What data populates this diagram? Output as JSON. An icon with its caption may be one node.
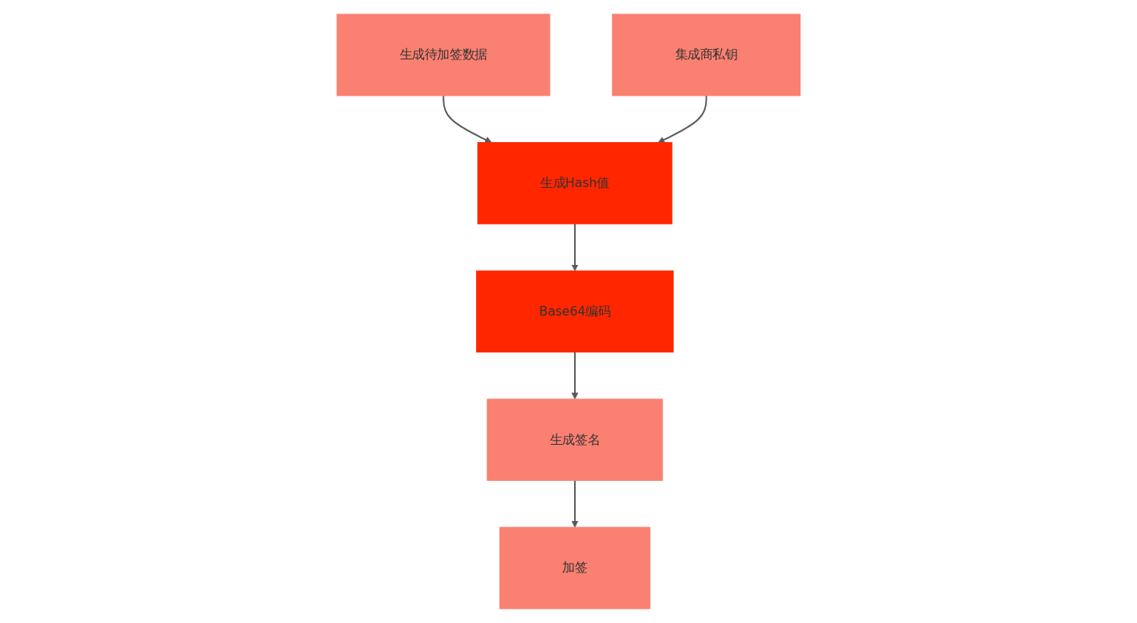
{
  "diagram": {
    "nodes": [
      {
        "text": [
          "生成待加签数据"
        ]
      },
      {
        "text": [
          "集成商私钥"
        ]
      },
      {
        "text": [
          "生成Hash值"
        ]
      },
      {
        "text": [
          "Base64编码"
        ]
      },
      {
        "text": [
          "生成签名"
        ]
      },
      {
        "text": [
          "加签"
        ]
      }
    ],
    "edges": [
      {
        "from": 0,
        "to": 2,
        "arrow": "to"
      },
      {
        "from": 1,
        "to": 2,
        "arrow": "to"
      },
      {
        "from": 2,
        "to": 3,
        "arrow": "to"
      },
      {
        "from": 3,
        "to": 4,
        "arrow": "to"
      },
      {
        "from": 4,
        "to": 5,
        "arrow": "to"
      }
    ]
  }
}
